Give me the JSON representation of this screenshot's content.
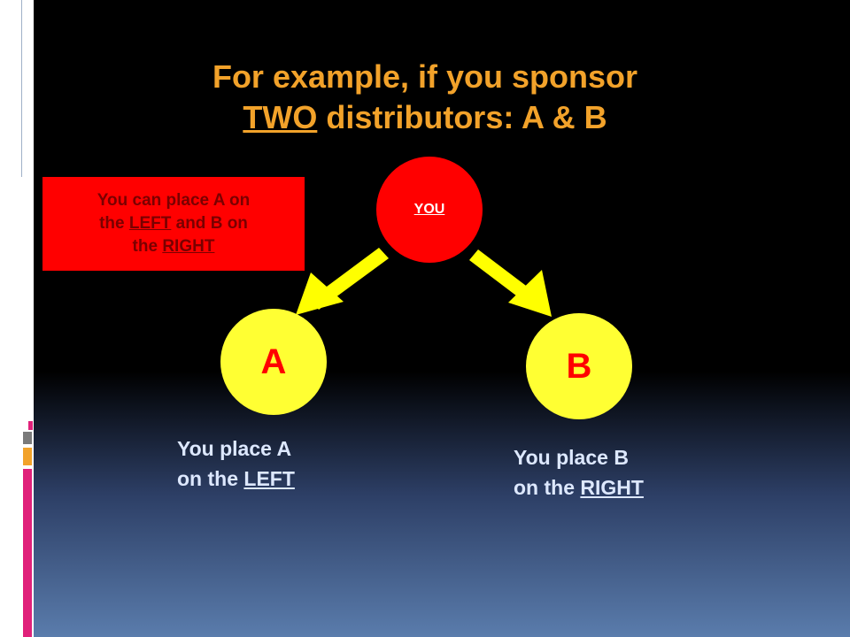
{
  "title": {
    "line1": "For example, if you sponsor",
    "line2_underlined": "TWO",
    "line2_rest": " distributors: A & B"
  },
  "callout": {
    "line1": "You can place A on",
    "line2_pre": "the ",
    "line2_left": "LEFT",
    "line2_post": " and B on",
    "line3_pre": "the ",
    "line3_right": "RIGHT"
  },
  "nodes": {
    "you": "YOU",
    "a": "A",
    "b": "B"
  },
  "captions": {
    "a_line1": "You place A",
    "a_line2_pre": "on the ",
    "a_line2_word": "LEFT",
    "b_line1": "You place B",
    "b_line2_pre": "on the ",
    "b_line2_word": "RIGHT"
  },
  "colors": {
    "title": "#f2a22a",
    "callout_bg": "#ff0000",
    "node_you": "#ff0000",
    "node_ab": "#ffff33",
    "arrow": "#ffff00"
  }
}
